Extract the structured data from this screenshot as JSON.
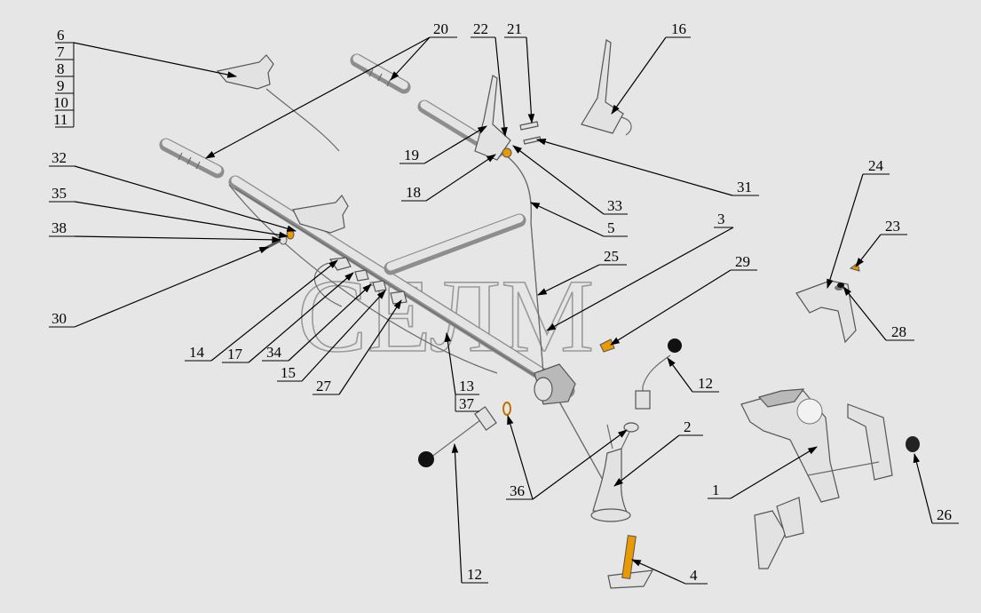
{
  "watermark": "СЕЛМ",
  "colors": {
    "background": "#e6e6e6",
    "line": "#000000",
    "part_outline": "#555555",
    "tube": "#8d8d8d",
    "handle_knob": "#111111",
    "pin_accent": "#e89a00"
  },
  "callouts": {
    "c1": "1",
    "c2": "2",
    "c3": "3",
    "c4": "4",
    "c5": "5",
    "c6": "6",
    "c7": "7",
    "c8": "8",
    "c9": "9",
    "c10": "10",
    "c11": "11",
    "c12a": "12",
    "c12b": "12",
    "c13": "13",
    "c37": "37",
    "c14": "14",
    "c15": "15",
    "c16": "16",
    "c17": "17",
    "c18": "18",
    "c19": "19",
    "c20": "20",
    "c21": "21",
    "c22": "22",
    "c23": "23",
    "c24": "24",
    "c25": "25",
    "c26": "26",
    "c27": "27",
    "c28": "28",
    "c29": "29",
    "c30": "30",
    "c31": "31",
    "c32": "32",
    "c33": "33",
    "c34": "34",
    "c35": "35",
    "c36": "36",
    "c38": "38"
  }
}
